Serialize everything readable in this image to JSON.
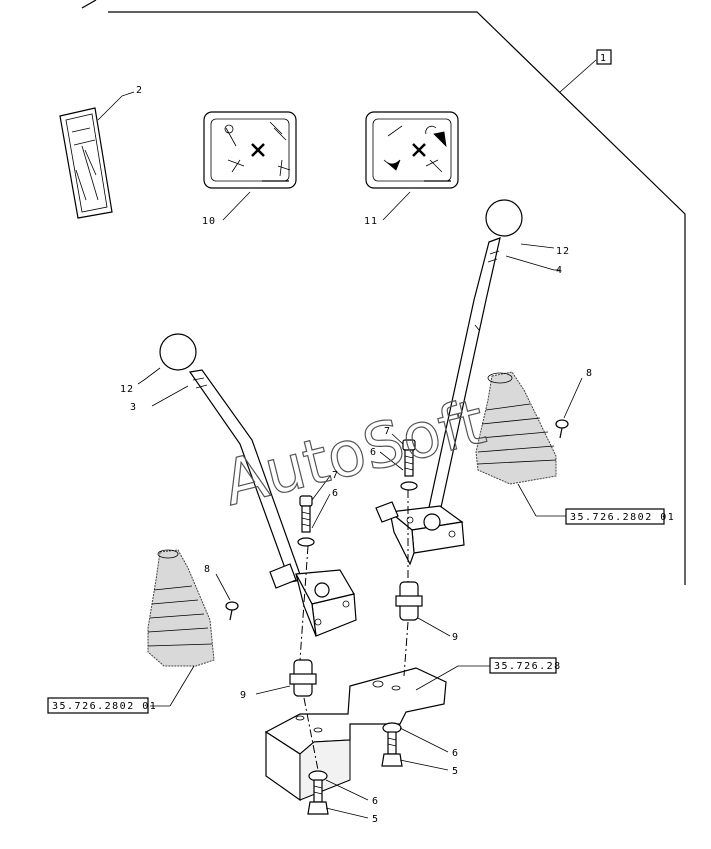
{
  "diagram": {
    "watermark": "AutoSoft",
    "callouts": {
      "c1": "1",
      "c2": "2",
      "c3": "3",
      "c4": "4",
      "c5a": "5",
      "c5b": "5",
      "c6a": "6",
      "c6b": "6",
      "c6c": "6",
      "c6d": "6",
      "c7a": "7",
      "c7b": "7",
      "c8a": "8",
      "c8b": "8",
      "c9a": "9",
      "c9b": "9",
      "c10": "10",
      "c11": "11",
      "c12a": "12",
      "c12b": "12"
    },
    "references": {
      "boot_right": "35.726.2802 01",
      "boot_left": "35.726.2802 01",
      "plate": "35.726.28"
    }
  }
}
